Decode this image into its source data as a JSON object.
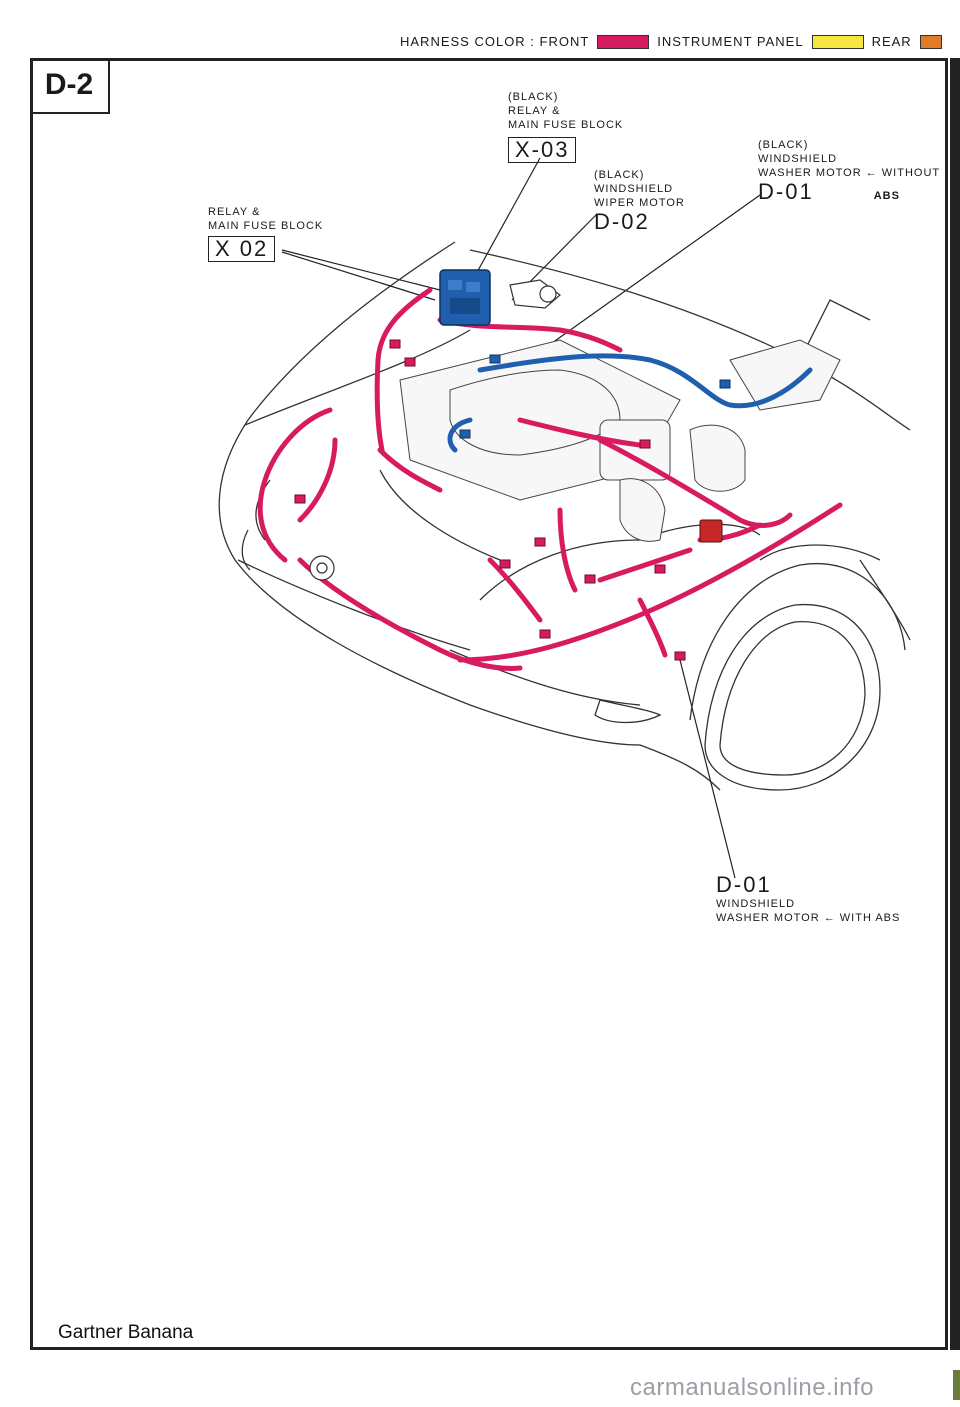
{
  "header": {
    "harness_color": "HARNESS COLOR : FRONT",
    "instrument_panel": "INSTRUMENT PANEL",
    "rear": "REAR",
    "colors": {
      "front": "#d81b60",
      "instrument_panel": "#f5e642",
      "rear": "#e07b2a"
    }
  },
  "page_tag": "D-2",
  "labels": {
    "x03": {
      "color": "(BLACK)",
      "line1": "RELAY &",
      "line2": "MAIN FUSE BLOCK",
      "code": "X-03"
    },
    "x02": {
      "line1": "RELAY &",
      "line2": "MAIN FUSE BLOCK",
      "code": "X 02"
    },
    "d02": {
      "color": "(BLACK)",
      "line1": "WINDSHIELD",
      "line2": "WIPER MOTOR",
      "code": "D-02"
    },
    "d01_top": {
      "color": "(BLACK)",
      "line1": "WINDSHIELD",
      "line2": "WASHER MOTOR ← WITHOUT",
      "code": "D-01",
      "suffix": "ABS"
    },
    "d01_bottom": {
      "code": "D-01",
      "line1": "WINDSHIELD",
      "line2": "WASHER MOTOR ← WITH ABS"
    }
  },
  "harness_colors": {
    "front": "#d81b60",
    "blue": "#1f5fae"
  },
  "watermark": "Gartner Banana",
  "site": "carmanualsonline.info"
}
